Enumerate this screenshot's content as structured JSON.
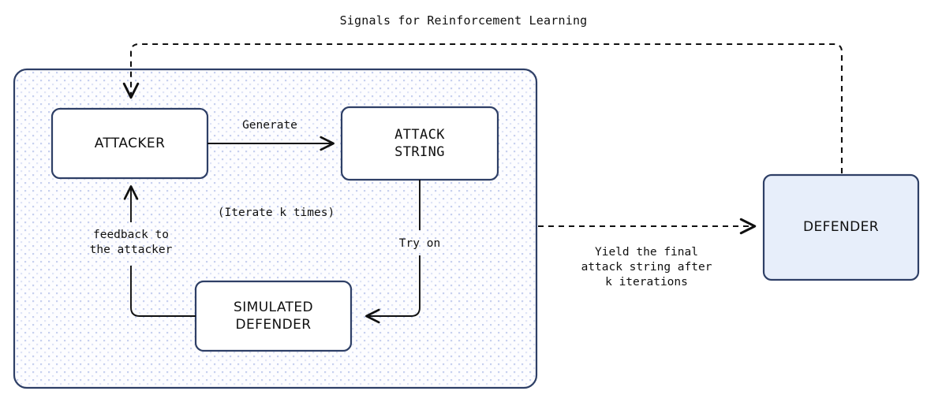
{
  "diagram": {
    "title": "Signals for Reinforcement Learning",
    "colors": {
      "box_stroke": "#2e3f66",
      "box_fill": "#ffffff",
      "defender_fill": "#e7eefa",
      "container_stroke": "#2e3f66",
      "container_fill": "#fcfcff",
      "dot_pattern": "#c3cdf0",
      "arrow_solid": "#101010",
      "arrow_dashed": "#101010",
      "text": "#101010"
    },
    "nodes": [
      {
        "id": "attacker",
        "label": "ATTACKER",
        "font": "sans"
      },
      {
        "id": "attack_string",
        "label": "ATTACK\nSTRING",
        "font": "mono"
      },
      {
        "id": "simulated_defender",
        "label": "SIMULATED\nDEFENDER",
        "font": "sans"
      },
      {
        "id": "defender",
        "label": "DEFENDER",
        "font": "sans"
      }
    ],
    "edge_labels": {
      "generate": "Generate",
      "iterate": "(Iterate k times)",
      "feedback": "feedback to\nthe attacker",
      "try_on": "Try on",
      "yield": "Yield the final\nattack string after\nk iterations"
    }
  }
}
